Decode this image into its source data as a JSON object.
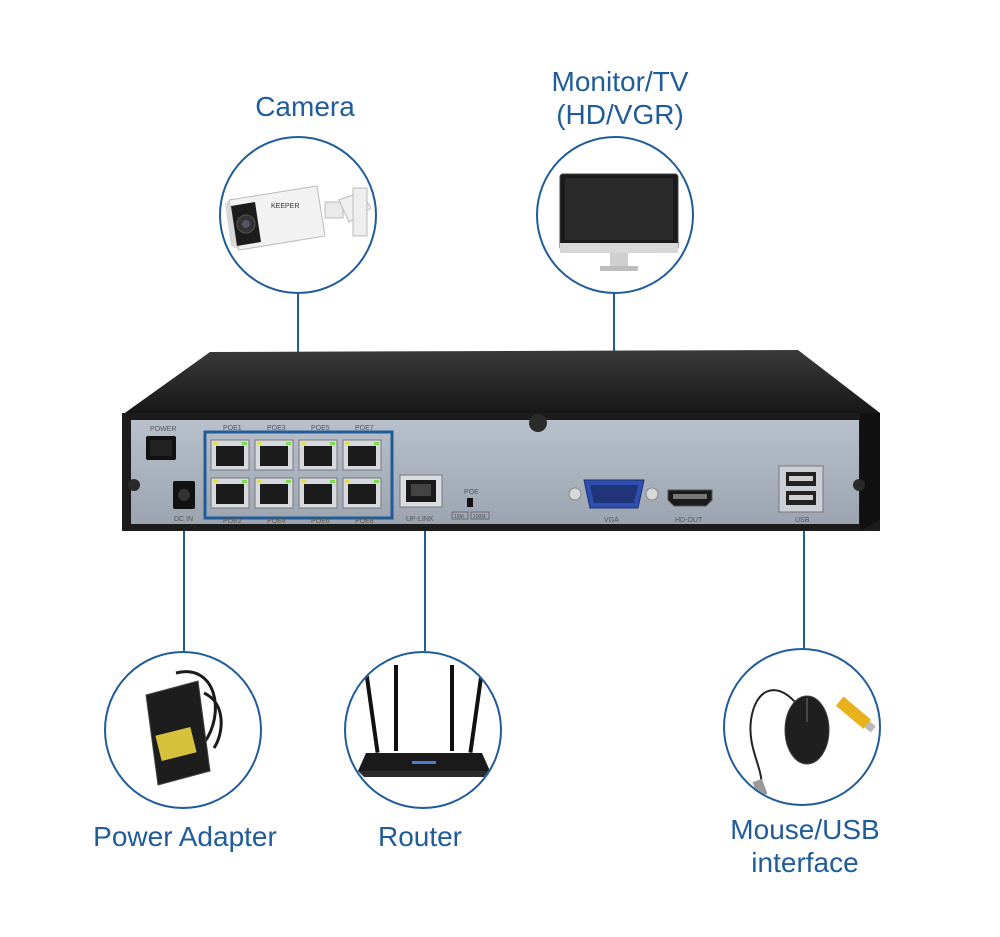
{
  "labels": {
    "camera": "Camera",
    "monitor_line1": "Monitor/TV",
    "monitor_line2": "(HD/VGR)",
    "power": "Power Adapter",
    "router": "Router",
    "mouse_line1": "Mouse/USB",
    "mouse_line2": "interface"
  },
  "device": {
    "power_switch": "POWER",
    "dc_in": "DC IN",
    "poe_top": [
      "POE1",
      "POE3",
      "POE5",
      "POE7"
    ],
    "poe_bottom": [
      "POE2",
      "POE4",
      "POE6",
      "POE8"
    ],
    "uplink": "UP-LINK",
    "poe_switch": "POE",
    "speed_a": "10M",
    "speed_b": "100M",
    "vga": "VGA",
    "hdout": "HD-OUT",
    "usb": "USB"
  },
  "camera_brand": "KEEPER",
  "colors": {
    "accent": "#1f5c99",
    "chassis": "#1c1c1c",
    "panel": "#aab3bf"
  }
}
